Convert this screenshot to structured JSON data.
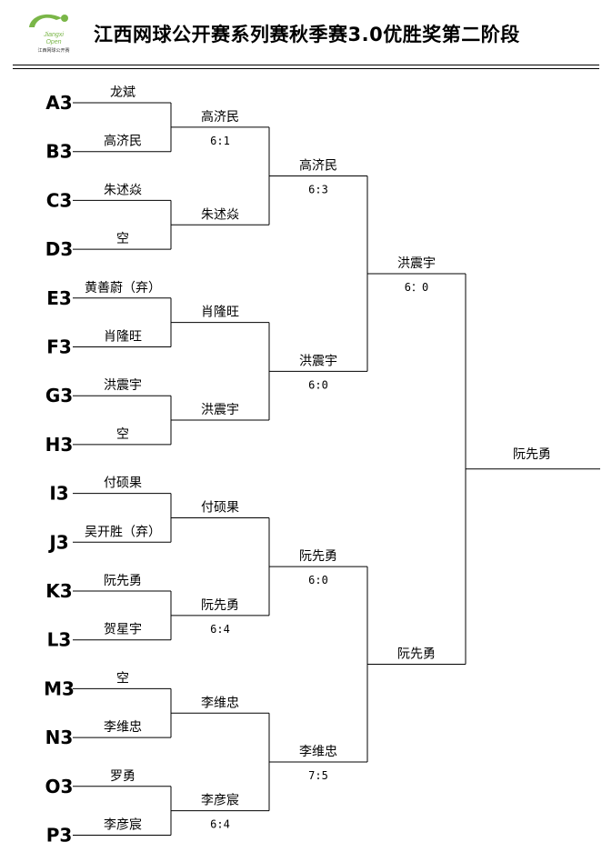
{
  "header": {
    "title": "江西网球公开赛系列赛秋季赛3.0优胜奖第二阶段",
    "logo_text_line1": "Jiangxi",
    "logo_text_line2": "Open",
    "logo_caption": "江西网球公开赛",
    "logo_color": "#7ab648"
  },
  "bracket": {
    "round1": [
      {
        "seed": "A3",
        "name": "龙斌"
      },
      {
        "seed": "B3",
        "name": "高济民"
      },
      {
        "seed": "C3",
        "name": "朱述焱"
      },
      {
        "seed": "D3",
        "name": "空"
      },
      {
        "seed": "E3",
        "name": "黄善蔚（弃）"
      },
      {
        "seed": "F3",
        "name": "肖隆旺"
      },
      {
        "seed": "G3",
        "name": "洪震宇"
      },
      {
        "seed": "H3",
        "name": "空"
      },
      {
        "seed": "I3",
        "name": "付硕果"
      },
      {
        "seed": "J3",
        "name": "吴开胜（弃）"
      },
      {
        "seed": "K3",
        "name": "阮先勇"
      },
      {
        "seed": "L3",
        "name": "贺星宇"
      },
      {
        "seed": "M3",
        "name": "空"
      },
      {
        "seed": "N3",
        "name": "李维忠"
      },
      {
        "seed": "O3",
        "name": "罗勇"
      },
      {
        "seed": "P3",
        "name": "李彦宸"
      }
    ],
    "round2": [
      {
        "name": "高济民",
        "score": "6:1"
      },
      {
        "name": "朱述焱",
        "score": ""
      },
      {
        "name": "肖隆旺",
        "score": ""
      },
      {
        "name": "洪震宇",
        "score": ""
      },
      {
        "name": "付硕果",
        "score": ""
      },
      {
        "name": "阮先勇",
        "score": "6:4"
      },
      {
        "name": "李维忠",
        "score": ""
      },
      {
        "name": "李彦宸",
        "score": "6:4"
      }
    ],
    "round3": [
      {
        "name": "高济民",
        "score": "6:3"
      },
      {
        "name": "洪震宇",
        "score": "6:0"
      },
      {
        "name": "阮先勇",
        "score": "6:0"
      },
      {
        "name": "李维忠",
        "score": "7:5"
      }
    ],
    "round4": [
      {
        "name": "洪震宇",
        "score": "6：0"
      },
      {
        "name": "阮先勇",
        "score": ""
      }
    ],
    "champion": {
      "name": "阮先勇"
    }
  }
}
